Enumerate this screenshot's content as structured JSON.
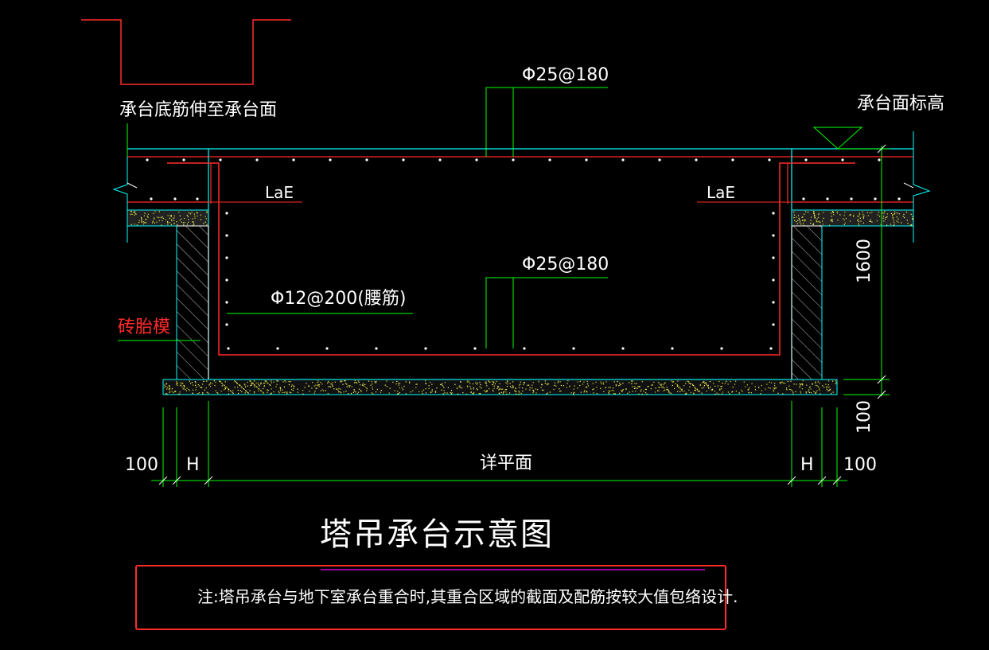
{
  "labels": {
    "bottom_bar_note": "承台底筋伸至承台面",
    "top_elevation": "承台面标高",
    "top_rebar": "Φ25@180",
    "bottom_rebar": "Φ25@180",
    "anchor_left": "LaE",
    "anchor_right": "LaE",
    "waist_rebar": "Φ12@200(腰筋)",
    "brick_formwork": "砖胎模"
  },
  "dimensions": {
    "depth": "1600",
    "cushion": "100",
    "left_offset": "100",
    "left_wall": "H",
    "plan_ref": "详平面",
    "right_wall": "H",
    "right_offset": "100"
  },
  "title": "塔吊承台示意图",
  "note": "注:塔吊承台与地下室承台重合时,其重合区域的截面及配筋按较大值包络设计.",
  "colors": {
    "background": "#000000",
    "concrete_outline": "#00ffff",
    "rebar": "#ff2a2a",
    "leader": "#00ff00",
    "text": "#ffffff",
    "brick_label": "#ff2a2a",
    "note_border": "#ff2a2a",
    "magenta_line": "#ff00ff"
  }
}
